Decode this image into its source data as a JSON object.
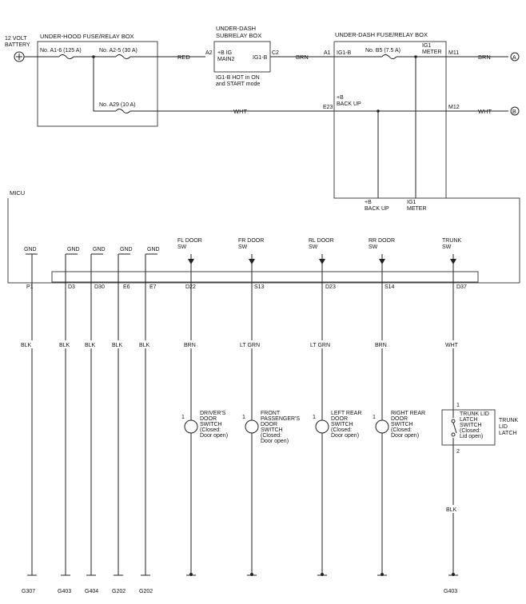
{
  "top": {
    "battery": [
      "12 VOLT",
      "BATTERY"
    ],
    "hood_box": "UNDER-HOOD FUSE/RELAY BOX",
    "fuse_a16": "No. A1-6 (125 A)",
    "fuse_a25": "No. A2-5 (30 A)",
    "fuse_a29": "No. A29 (10 A)",
    "wire_red": "RED",
    "wire_wht": "WHT",
    "subrelay_title": [
      "UNDER-DASH",
      "SUBRELAY BOX"
    ],
    "pin_a2": "A2",
    "relay_label": [
      "+B IG",
      "MAIN2"
    ],
    "relay_out": "IG1-B",
    "pin_c2": "C2",
    "relay_note": [
      "IG1-B HOT in ON",
      "and START mode"
    ],
    "wire_brn": "BRN",
    "dash_box": "UNDER-DASH FUSE/RELAY BOX",
    "pin_a1": "A1",
    "ig1b": "IG1-B",
    "fuse_b5": "No. B5 (7.5 A)",
    "ig1_meter": [
      "IG1",
      "METER"
    ],
    "pin_m11": "M11",
    "wire_brn_out": "BRN",
    "conn_a": "A",
    "pin_e23": "E23",
    "backup": [
      "+B",
      "BACK UP"
    ],
    "pin_m12": "M12",
    "wire_wht_out": "WHT",
    "conn_b": "B"
  },
  "micu": {
    "title": "MICU",
    "backup_in": [
      "+B",
      "BACK UP"
    ],
    "meter_in": [
      "IG1",
      "METER"
    ]
  },
  "grounds": [
    {
      "label": "GND",
      "pin": "P1",
      "wire": "BLK",
      "ground": "G307"
    },
    {
      "label": "GND",
      "pin": "D3",
      "wire": "BLK",
      "ground": "G403"
    },
    {
      "label": "GND",
      "pin": "D30",
      "wire": "BLK",
      "ground": "G404"
    },
    {
      "label": "GND",
      "pin": "E6",
      "wire": "BLK",
      "ground": "G202"
    },
    {
      "label": "GND",
      "pin": "E7",
      "wire": "BLK",
      "ground": "G202"
    }
  ],
  "switches": [
    {
      "label": [
        "FL DOOR",
        "SW"
      ],
      "pin": "D22",
      "wire": "BRN",
      "term": "1",
      "name": [
        "DRIVER'S",
        "DOOR",
        "SWITCH",
        "(Closed:",
        "Door open)"
      ]
    },
    {
      "label": [
        "FR DOOR",
        "SW"
      ],
      "pin": "S13",
      "wire": "LT GRN",
      "term": "1",
      "name": [
        "FRONT",
        "PASSENGER'S",
        "DOOR",
        "SWITCH",
        "(Closed:",
        "Door open)"
      ]
    },
    {
      "label": [
        "RL DOOR",
        "SW"
      ],
      "pin": "D23",
      "wire": "LT GRN",
      "term": "1",
      "name": [
        "LEFT REAR",
        "DOOR",
        "SWITCH",
        "(Closed:",
        "Door open)"
      ]
    },
    {
      "label": [
        "RR DOOR",
        "SW"
      ],
      "pin": "S14",
      "wire": "BRN",
      "term": "1",
      "name": [
        "RIGHT REAR",
        "DOOR",
        "SWITCH",
        "(Closed:",
        "Door open)"
      ]
    }
  ],
  "trunk": {
    "label": [
      "TRUNK",
      "SW"
    ],
    "pin": "D37",
    "wire": "WHT",
    "term_top": "1",
    "term_bot": "2",
    "inner": [
      "TRUNK LID",
      "LATCH",
      "SWITCH",
      "(Closed:",
      "Lid open)"
    ],
    "outer": [
      "TRUNK",
      "LID",
      "LATCH"
    ],
    "wire_bot": "BLK",
    "ground": "G403"
  }
}
